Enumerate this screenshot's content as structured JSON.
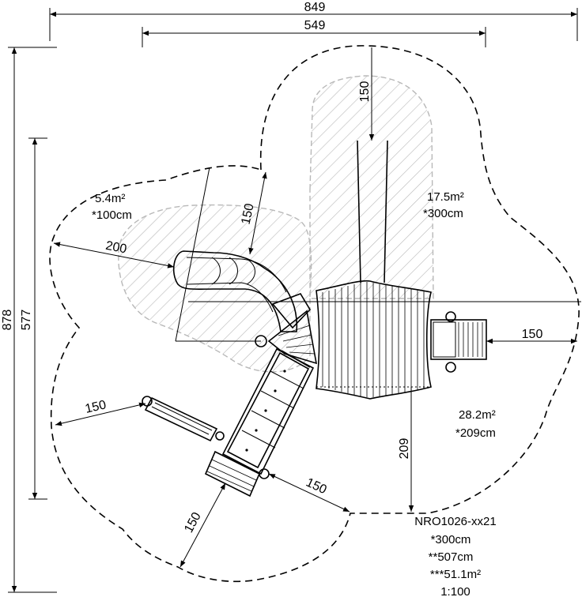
{
  "dimensions": {
    "overall_width": "849",
    "inner_width": "549",
    "overall_height": "878",
    "inner_height": "577",
    "clearance_top": "150",
    "clearance_slide": "150",
    "clearance_slide_side": "200",
    "clearance_right": "150",
    "clearance_left": "150",
    "clearance_bottom_right": "150",
    "clearance_bottom_left": "150",
    "clearance_center_down": "209"
  },
  "areas": {
    "left": {
      "area": "5.4m²",
      "height": "*100cm"
    },
    "top_right": {
      "area": "17.5m²",
      "height": "*300cm"
    },
    "bottom_right": {
      "area": "28.2m²",
      "height": "*209cm"
    }
  },
  "product": {
    "code": "NRO1026-xx21",
    "height": "*300cm",
    "length": "**507cm",
    "total_area": "***51.1m²",
    "scale": "1:100"
  }
}
